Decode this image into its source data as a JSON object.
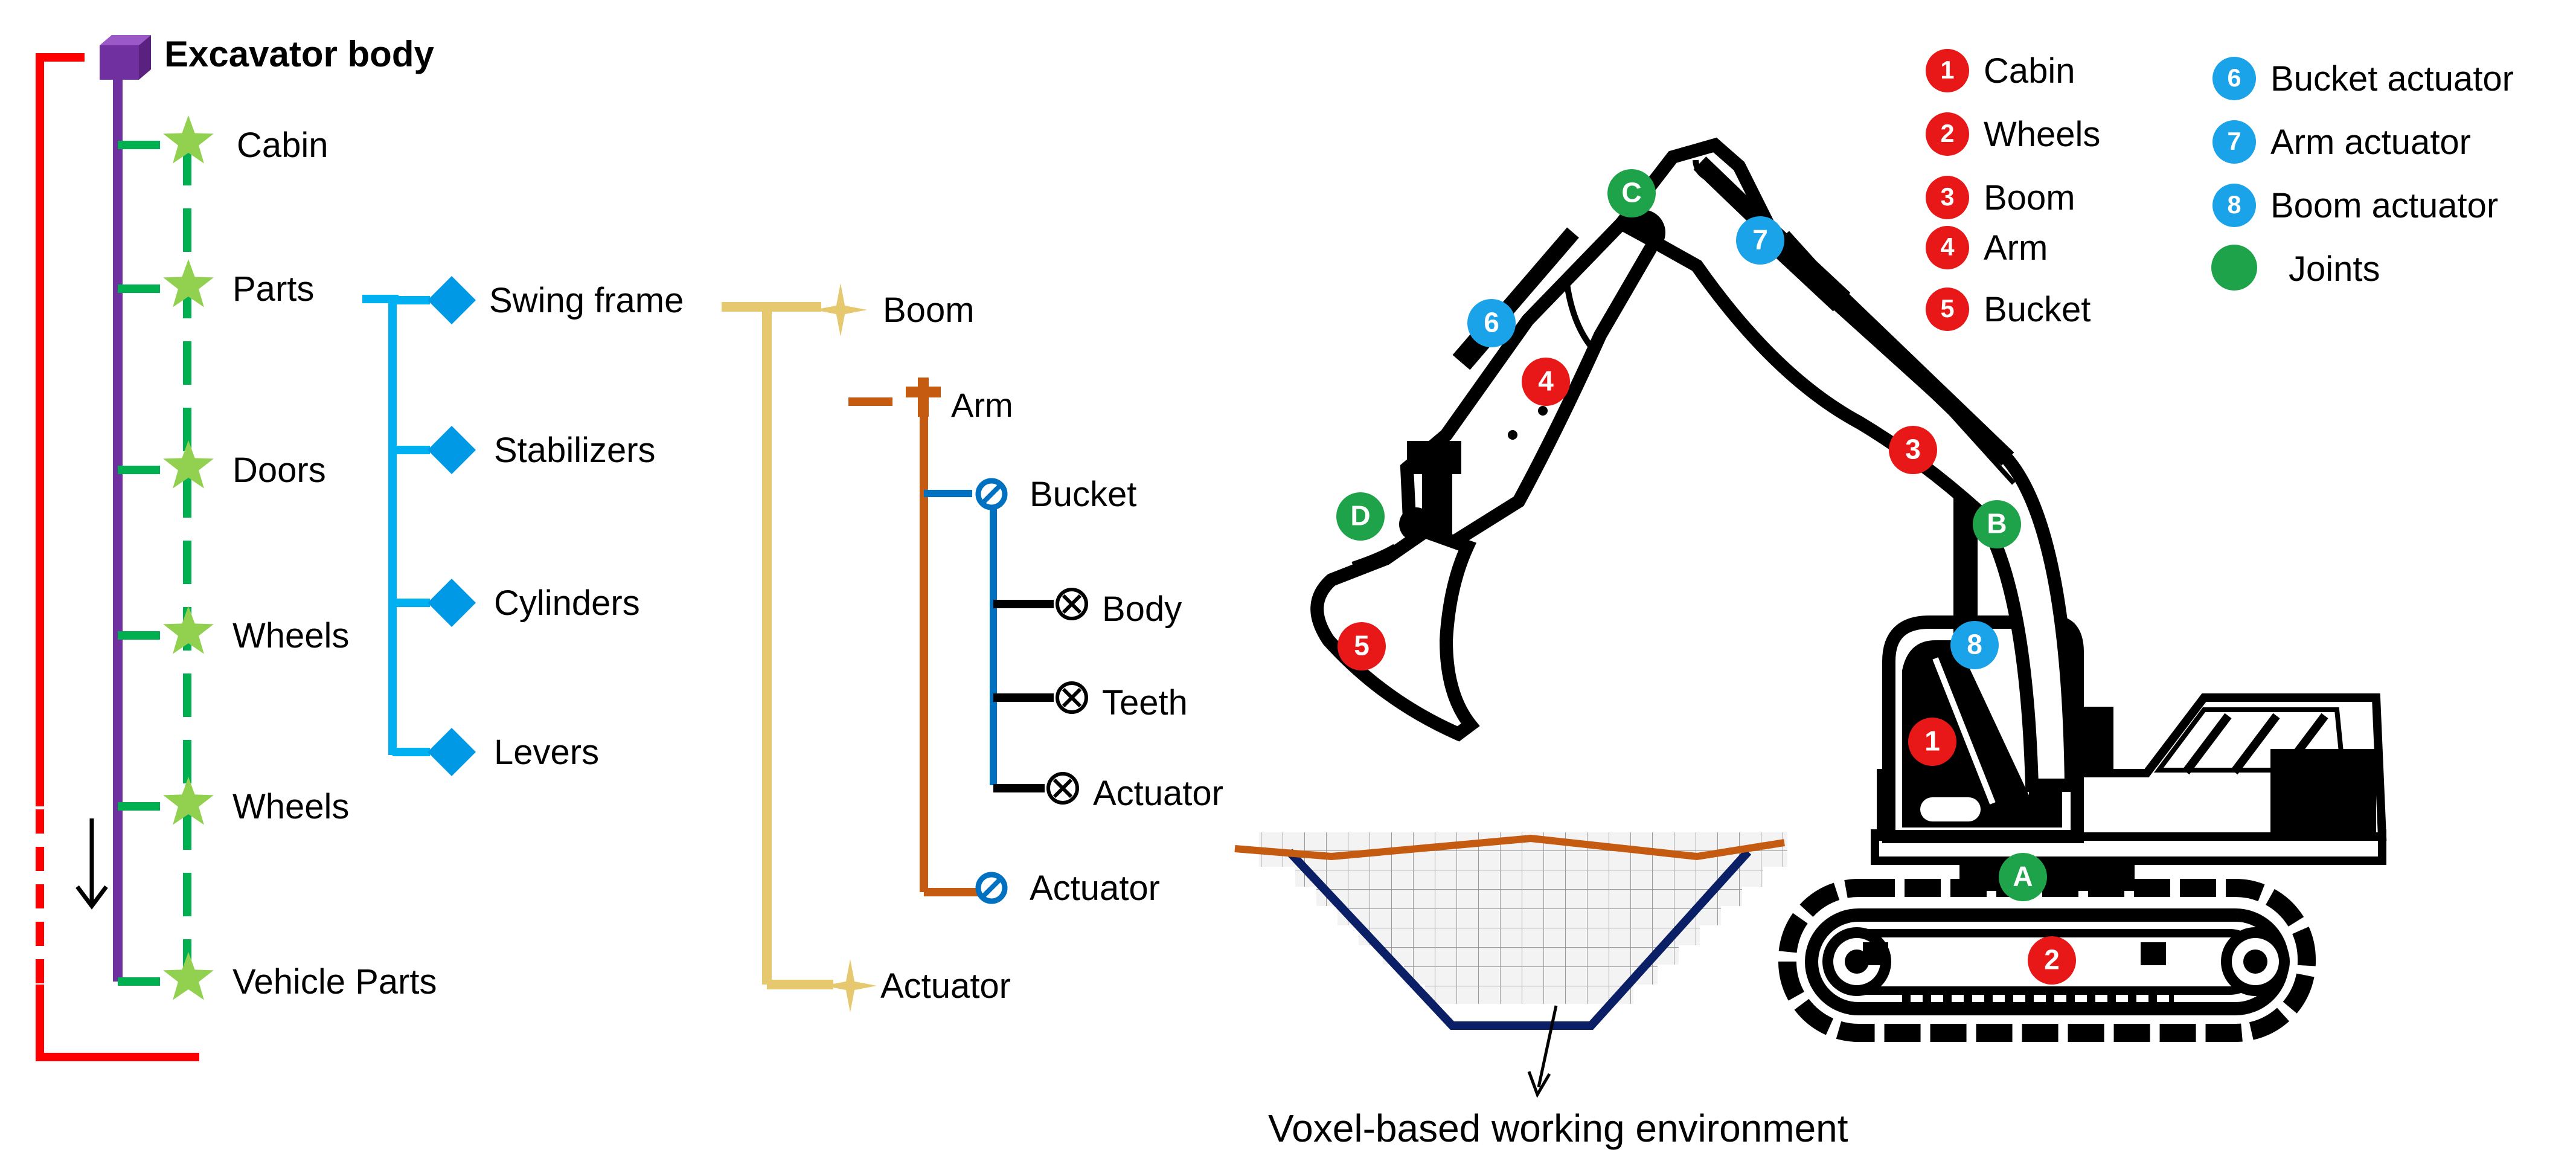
{
  "hierarchy": {
    "root": "Excavator body",
    "level1": [
      "Cabin",
      "Parts",
      "Doors",
      "Wheels",
      "Wheels",
      "Vehicle Parts"
    ],
    "parts_children": [
      "Swing frame",
      "Stabilizers",
      "Cylinders",
      "Levers"
    ],
    "swing_frame_children": [
      "Boom",
      "Actuator"
    ],
    "boom_child": "Arm",
    "arm_children": [
      "Bucket",
      "Actuator"
    ],
    "bucket_children": [
      "Body",
      "Teeth",
      "Actuator"
    ]
  },
  "legend": {
    "left": [
      {
        "num": "1",
        "label": "Cabin"
      },
      {
        "num": "2",
        "label": "Wheels"
      },
      {
        "num": "3",
        "label": "Boom"
      },
      {
        "num": "4",
        "label": "Arm"
      },
      {
        "num": "5",
        "label": "Bucket"
      }
    ],
    "right": [
      {
        "num": "6",
        "label": "Bucket actuator"
      },
      {
        "num": "7",
        "label": "Arm actuator"
      },
      {
        "num": "8",
        "label": "Boom actuator"
      }
    ],
    "joints_label": "Joints"
  },
  "markers": {
    "parts": [
      "1",
      "2",
      "3",
      "4",
      "5"
    ],
    "actuators": [
      "6",
      "7",
      "8"
    ],
    "joints": [
      "A",
      "B",
      "C",
      "D"
    ]
  },
  "environment_caption": "Voxel-based working environment",
  "colors": {
    "root": "#7030a0",
    "level1": "#00b050",
    "star": "#92d050",
    "parts": "#00b0f0",
    "diamond": "#0099e6",
    "boom": "#e6c86e",
    "arm": "#c55a11",
    "bucket": "#0070c0",
    "bucket_items": "#000000",
    "outer": "#ff0000",
    "marker_red": "#e81818",
    "marker_blue": "#1aa3e8",
    "marker_green": "#1fa34a",
    "pit_top": "#c55a11",
    "pit_side": "#0a1f66"
  }
}
